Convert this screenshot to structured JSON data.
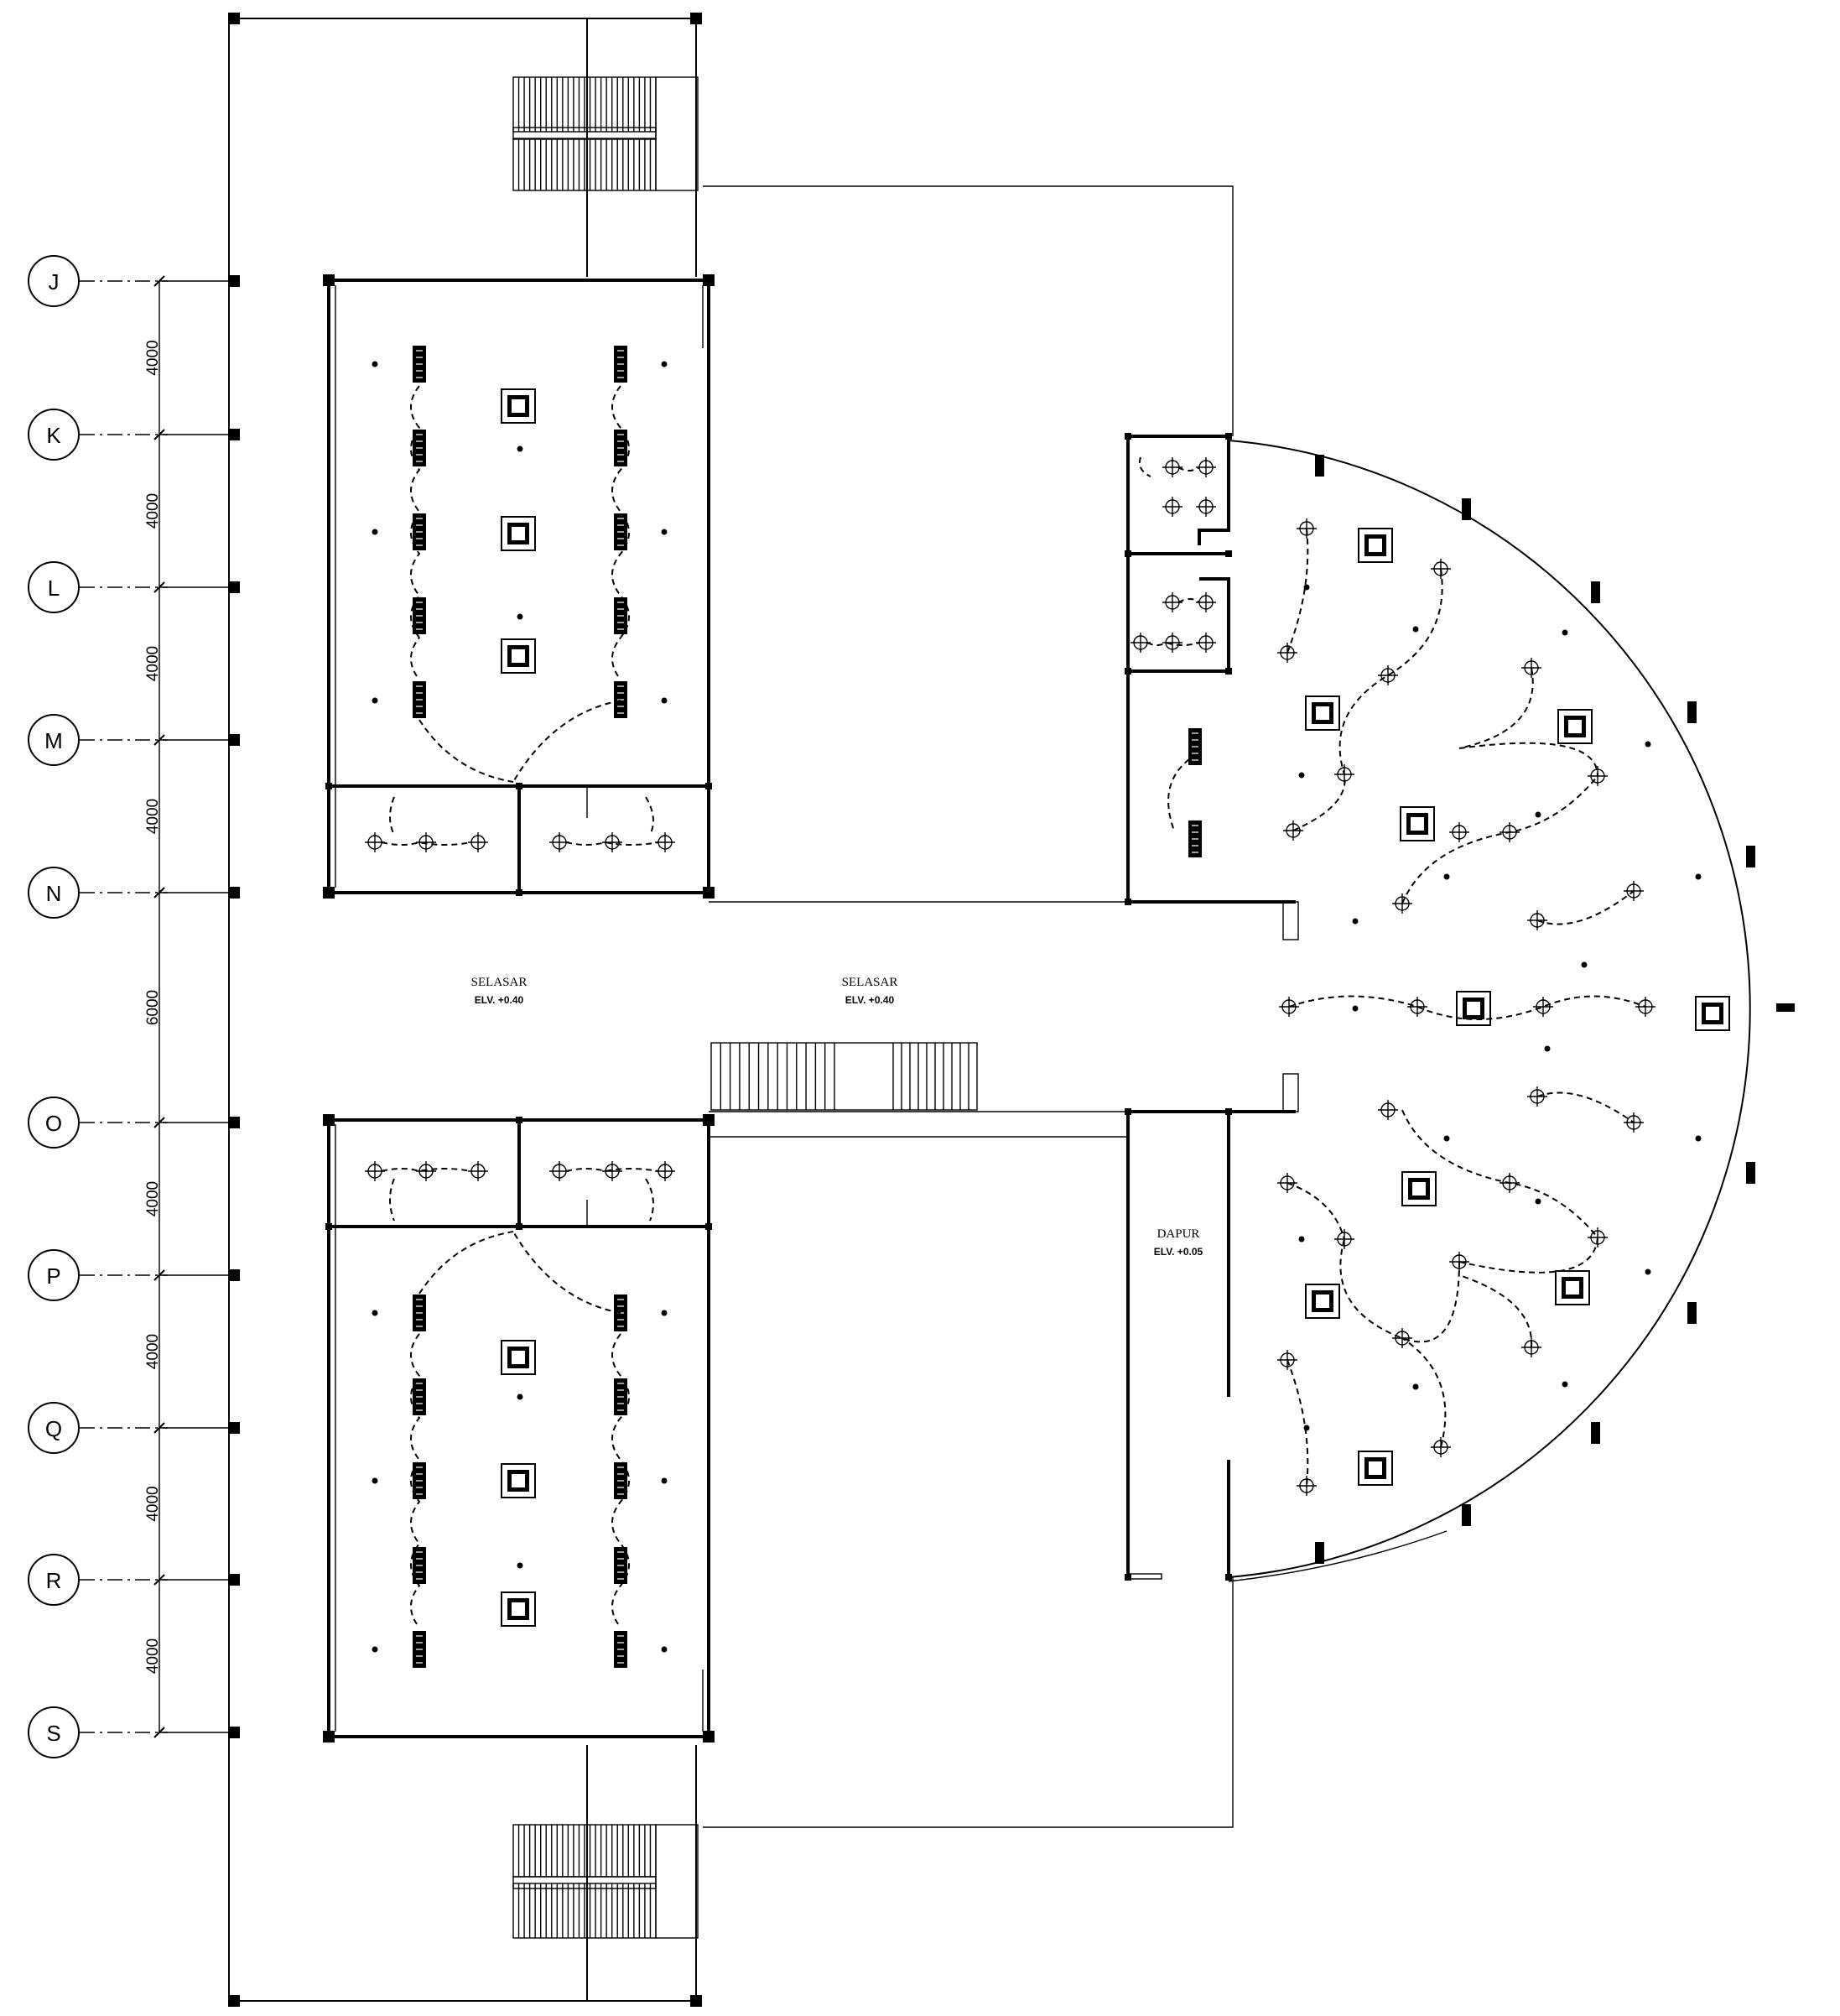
{
  "grid_axes": [
    {
      "label": "J",
      "dimension": "4000"
    },
    {
      "label": "K",
      "dimension": "4000"
    },
    {
      "label": "L",
      "dimension": "4000"
    },
    {
      "label": "M",
      "dimension": "4000"
    },
    {
      "label": "N",
      "dimension": "6000"
    },
    {
      "label": "O",
      "dimension": "4000"
    },
    {
      "label": "P",
      "dimension": "4000"
    },
    {
      "label": "Q",
      "dimension": "4000"
    },
    {
      "label": "R",
      "dimension": "4000"
    },
    {
      "label": "S",
      "dimension": ""
    }
  ],
  "spaces": {
    "selasar_left": {
      "name": "SELASAR",
      "elevation": "ELV.  +0.40"
    },
    "selasar_right": {
      "name": "SELASAR",
      "elevation": "ELV.  +0.40"
    },
    "dapur": {
      "name": "DAPUR",
      "elevation": "ELV.  +0.05"
    }
  },
  "symbols": {
    "ceiling_fan": "square-fan-icon",
    "lamp": "crosshair-lamp-icon",
    "downlight": "dot-light-icon",
    "fluorescent": "fluorescent-lamp-icon",
    "column": "column-square-icon"
  }
}
